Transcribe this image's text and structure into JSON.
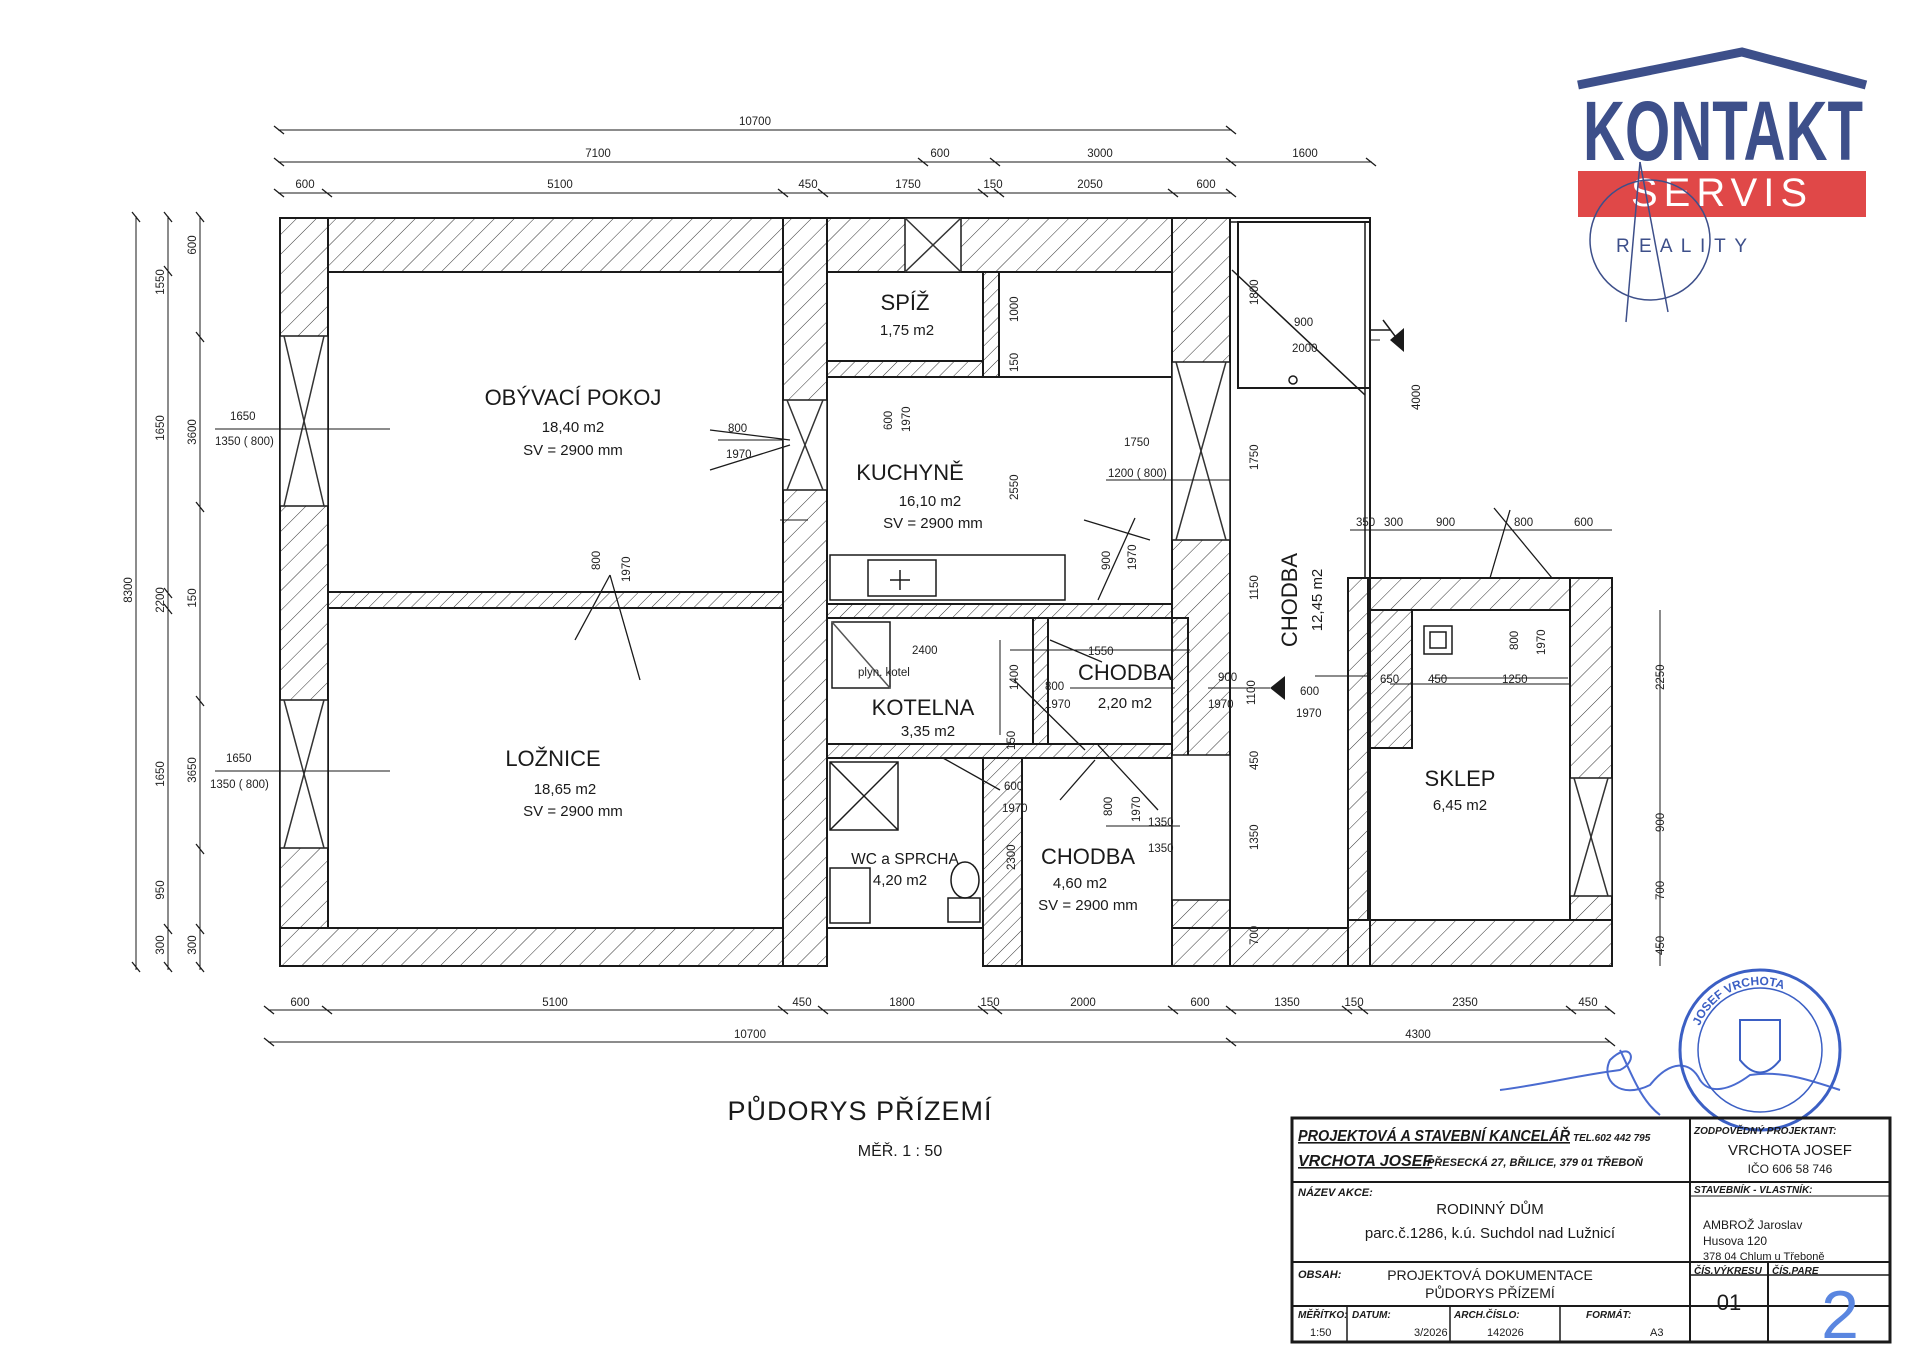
{
  "logo": {
    "brand": "KONTAKT",
    "band": "SERVIS",
    "tagline": "R E A L I T Y"
  },
  "dims": {
    "total_top": "10700",
    "top_7100": "7100",
    "top_600a": "600",
    "top_3000": "3000",
    "top_1600": "1600",
    "t_600a": "600",
    "t_5100": "5100",
    "t_450": "450",
    "t_1750": "1750",
    "t_150": "150",
    "t_2050": "2050",
    "t_600b": "600",
    "b_600": "600",
    "b_5100": "5100",
    "b_450": "450",
    "b_1800": "1800",
    "b_150": "150",
    "b_2000": "2000",
    "b_600b": "600",
    "b_1350": "1350",
    "b_150b": "150",
    "b_2350": "2350",
    "b_450b": "450",
    "bottom_10700": "10700",
    "bottom_4300": "4300",
    "left_8300": "8300",
    "left_1550": "1550",
    "left_600": "600",
    "left_3600": "3600",
    "left_1650a": "1650",
    "left_150": "150",
    "left_2200": "2200",
    "left_3650": "3650",
    "left_1650b": "1650",
    "left_950": "950",
    "left_300a": "300",
    "left_300b": "300",
    "win1_w": "1650",
    "win1_h": "1350 (  800)",
    "win2_w": "1650",
    "win2_h": "1350 (  800)",
    "door_800": "800",
    "door_1970": "1970",
    "d_800b": "800",
    "d_1970b": "1970",
    "spiz_d1": "600",
    "spiz_d2": "1970",
    "k_1000": "1000",
    "k_150": "150",
    "k_2550": "2550",
    "k_1750": "1750",
    "k_1200": "1200 (  800)",
    "k_900": "900",
    "k_1970": "1970",
    "kot_2400": "2400",
    "kot_1400": "1400",
    "kot_800": "800",
    "kot_1970": "1970",
    "ch_1550": "1550",
    "ch_900": "900",
    "ch_1970": "1970",
    "ch_1100": "1100",
    "wc_600": "600",
    "wc_1970": "1970",
    "wc_2300": "2300",
    "wc_150": "150",
    "ch2_800": "800",
    "ch2_1970": "1970",
    "ch2_1350a": "1350",
    "ch2_1350b": "1350",
    "c_1800": "1800",
    "c_900": "900",
    "c_2000": "2000",
    "c_4000": "4000",
    "c_1750": "1750",
    "c_1150": "1150",
    "c_450": "450",
    "c_1350": "1350",
    "c_700": "700",
    "c_600": "600",
    "c_1970": "1970",
    "s_350": "350",
    "s_300": "300",
    "s_900": "900",
    "s_800": "800",
    "s_600": "600",
    "s_650": "650",
    "s_450": "450",
    "s_1250": "1250",
    "s_800b": "800",
    "s_1970": "1970",
    "s_2250": "2250",
    "s_900r": "900",
    "s_700": "700",
    "s_450r": "450"
  },
  "rooms": {
    "obyvaci": {
      "name": "OBÝVACÍ POKOJ",
      "area": "18,40 m2",
      "sv": "SV = 2900 mm"
    },
    "loznice": {
      "name": "LOŽNICE",
      "area": "18,65 m2",
      "sv": "SV = 2900 mm"
    },
    "spiz": {
      "name": "SPÍŽ",
      "area": "1,75 m2"
    },
    "kuchyne": {
      "name": "KUCHYNĚ",
      "area": "16,10 m2",
      "sv": "SV = 2900 mm"
    },
    "kotelna": {
      "name": "KOTELNA",
      "area": "3,35 m2",
      "boiler": "plyn. kotel"
    },
    "chodba_small": {
      "name": "CHODBA",
      "area": "2,20 m2"
    },
    "wc": {
      "name": "WC a SPRCHA",
      "area": "4,20 m2"
    },
    "chodba_mid": {
      "name": "CHODBA",
      "area": "4,60 m2",
      "sv": "SV = 2900 mm"
    },
    "chodba_long": {
      "name": "CHODBA",
      "area": "12,45 m2"
    },
    "sklep": {
      "name": "SKLEP",
      "area": "6,45 m2"
    }
  },
  "drawing": {
    "title": "PŮDORYS PŘÍZEMÍ",
    "scale": "MĚŘ. 1 : 50"
  },
  "title_block": {
    "office_line1": "PROJEKTOVÁ A STAVEBNÍ KANCELÁŘ",
    "office_tel": "TEL.602 442 795",
    "office_line2": "VRCHOTA JOSEF",
    "office_addr": "PŘESECKÁ 27, BŘILICE, 379 01 TŘEBOŇ",
    "resp_label": "ZODPOVĚDNÝ PROJEKTANT:",
    "resp_name": "VRCHOTA JOSEF",
    "resp_ico": "IČO  606 58 746",
    "action_label": "NÁZEV AKCE:",
    "action_1": "RODINNÝ DŮM",
    "action_2": "parc.č.1286, k.ú. Suchdol nad Lužnicí",
    "owner_label": "STAVEBNÍK - VLASTNÍK:",
    "owner_1": "AMBROŽ  Jaroslav",
    "owner_2": "Husova  120",
    "owner_3": "378  04  Chlum u Třeboně",
    "content_label": "OBSAH:",
    "content_1": "PROJEKTOVÁ DOKUMENTACE",
    "content_2": "PŮDORYS  PŘÍZEMÍ",
    "drawing_no_label": "ČÍS.VÝKRESU",
    "copy_no_label": "ČÍS.PARE",
    "drawing_no": "01",
    "copy_no": "2",
    "scale_label": "MĚŘÍTKO:",
    "scale_val": "1:50",
    "date_label": "DATUM:",
    "date_val": "3/2026",
    "arch_label": "ARCH.ČÍSLO:",
    "arch_val": "142026",
    "format_label": "FORMÁT:",
    "format_val": "A3"
  },
  "stamp": {
    "text": "JOSEF VRCHOTA"
  },
  "colors": {
    "logo_blue": "#3d4f8a",
    "logo_red": "#e04848",
    "stamp_blue": "#3b5fc4",
    "line": "#1a1a1a"
  }
}
